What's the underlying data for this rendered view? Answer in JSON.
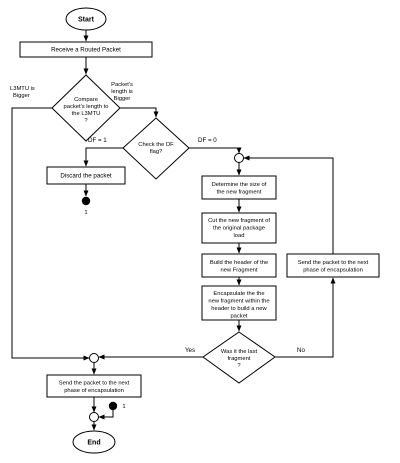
{
  "terminals": {
    "start": "Start",
    "end": "End"
  },
  "nodes": {
    "receive": "Receive a Routed Packet",
    "compare": [
      "Compare",
      "packet's length to",
      "the L3MTU",
      "?"
    ],
    "check_df": [
      "Check the DF",
      "flag?"
    ],
    "discard": "Discard the packet",
    "determine": [
      "Determine the size of",
      "the new fragment"
    ],
    "cut": [
      "Cut the new fragment of",
      "the original package",
      "load"
    ],
    "build": [
      "Build the header of the",
      "new Fragment"
    ],
    "encapsulate": [
      "Encapsulate the the",
      "new fragment within the",
      "header to build a new",
      "packet"
    ],
    "last": [
      "Was it the last",
      "fragment",
      "?"
    ],
    "send_next": [
      "Send the packet to the next",
      "phase of encapsulation"
    ],
    "send_final": [
      "Send the packet to the next",
      "phase of encapsulation"
    ]
  },
  "edges": {
    "l3mtu_bigger": [
      "L3MTU is",
      "Bigger"
    ],
    "packet_bigger": [
      "Packet's",
      "length is",
      "Bigger"
    ],
    "df_one": "DF = 1",
    "df_zero": "DF = 0",
    "yes": "Yes",
    "no": "No"
  },
  "connectors": {
    "discard_ref": "1",
    "end_ref": "1"
  },
  "colors": {
    "stroke": "#000000",
    "fill": "#ffffff"
  }
}
